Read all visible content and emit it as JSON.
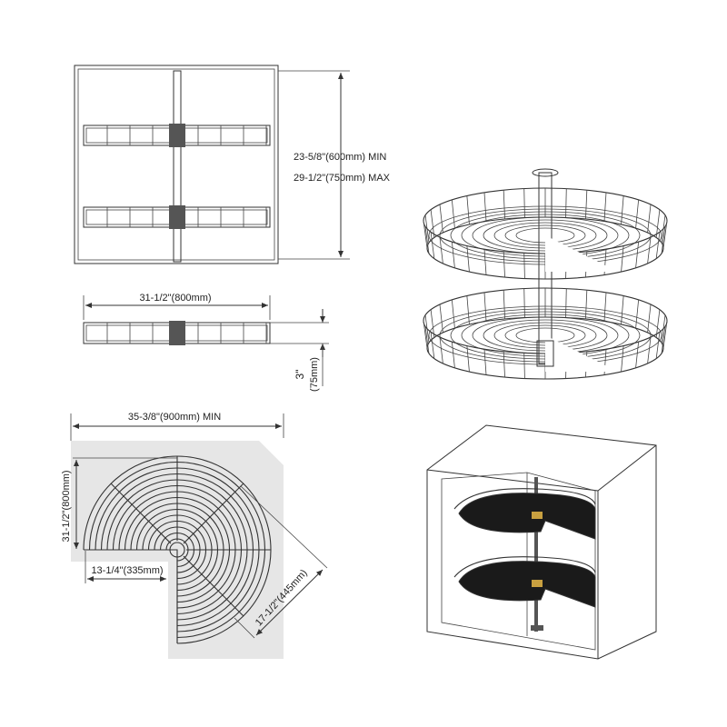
{
  "front_view": {
    "height_min": "23-5/8\"(600mm)  MIN",
    "height_max": "29-1/2\"(750mm)  MAX"
  },
  "side_view": {
    "width": "31-1/2\"(800mm)",
    "depth_in": "3\"",
    "depth_mm": "(75mm)"
  },
  "top_view": {
    "cabinet_width": "35-3/8\"(900mm) MIN",
    "basket_depth": "31-1/2\"(800mm)",
    "cutout_width": "13-1/4\"(335mm)",
    "radius": "17-1/2\"(445mm)"
  },
  "colors": {
    "line": "#333333",
    "footprint": "#e6e6e6",
    "basket_dark": "#1a1a1a"
  }
}
